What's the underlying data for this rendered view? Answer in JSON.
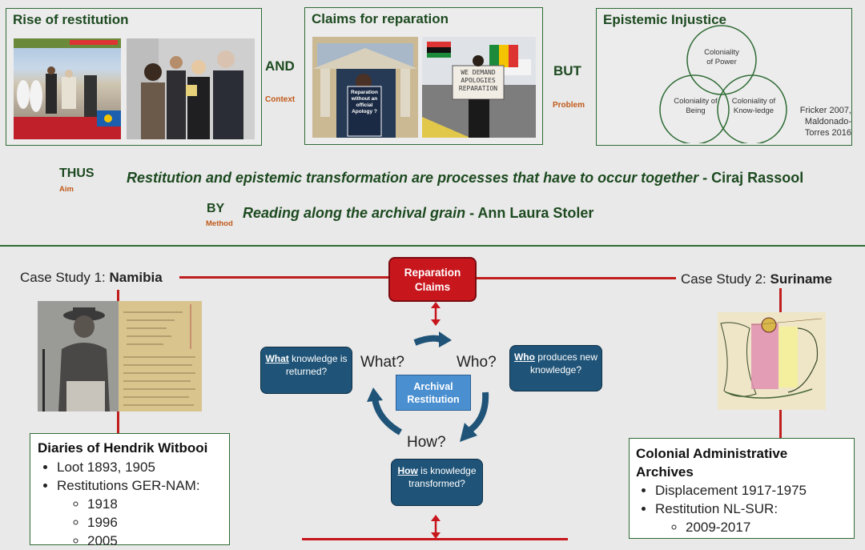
{
  "top": {
    "panel1_title": "Rise of restitution",
    "panel2_title": "Claims for reparation",
    "panel3_title": "Epistemic Injustice",
    "and_label": "AND",
    "and_sub": "Context",
    "but_label": "BUT",
    "but_sub": "Problem",
    "venn": {
      "power": "Coloniality of Power",
      "being": "Coloniality of Being",
      "knowledge": "Coloniality of Know-ledge"
    },
    "citation": "Fricker 2007, Maldonado-Torres 2016",
    "sign1": "Reparation without an official Apology ?",
    "sign2": "WE DEMAND APOLOGIES REPARATION"
  },
  "thus": {
    "label": "THUS",
    "sub": "Aim",
    "quote": "Restitution and epistemic transformation are processes that have to occur together",
    "author": " - Ciraj Rassool"
  },
  "by": {
    "label": "BY",
    "sub": "Method",
    "quote": "Reading along the archival grain",
    "author": " - Ann Laura Stoler"
  },
  "case1": {
    "prefix": "Case Study 1: ",
    "name": "Namibia",
    "box_title": "Diaries of Hendrik Witbooi",
    "bullets": [
      "Loot 1893, 1905",
      "Restitutions GER-NAM:"
    ],
    "sub_bullets": [
      "1918",
      "1996",
      "2005"
    ]
  },
  "case2": {
    "prefix": "Case Study 2: ",
    "name": "Suriname",
    "box_title": "Colonial Administrative Archives",
    "bullets": [
      "Displacement 1917-1975",
      "Restitution NL-SUR:"
    ],
    "sub_bullets": [
      "2009-2017"
    ]
  },
  "center": {
    "reparation": "Reparation Claims",
    "archival": "Archival Restitution",
    "what_q": "What?",
    "who_q": "Who?",
    "how_q": "How?",
    "what_box_key": "What",
    "what_box_rest": " knowledge is returned?",
    "who_box_key": "Who",
    "who_box_rest": " produces new knowledge?",
    "how_box_key": "How",
    "how_box_rest": " is knowledge transformed?"
  },
  "colors": {
    "green": "#1d4a20",
    "red": "#c01d1d",
    "orange": "#c05a1a",
    "blue": "#1f5478",
    "light_blue": "#4a8fd0"
  }
}
